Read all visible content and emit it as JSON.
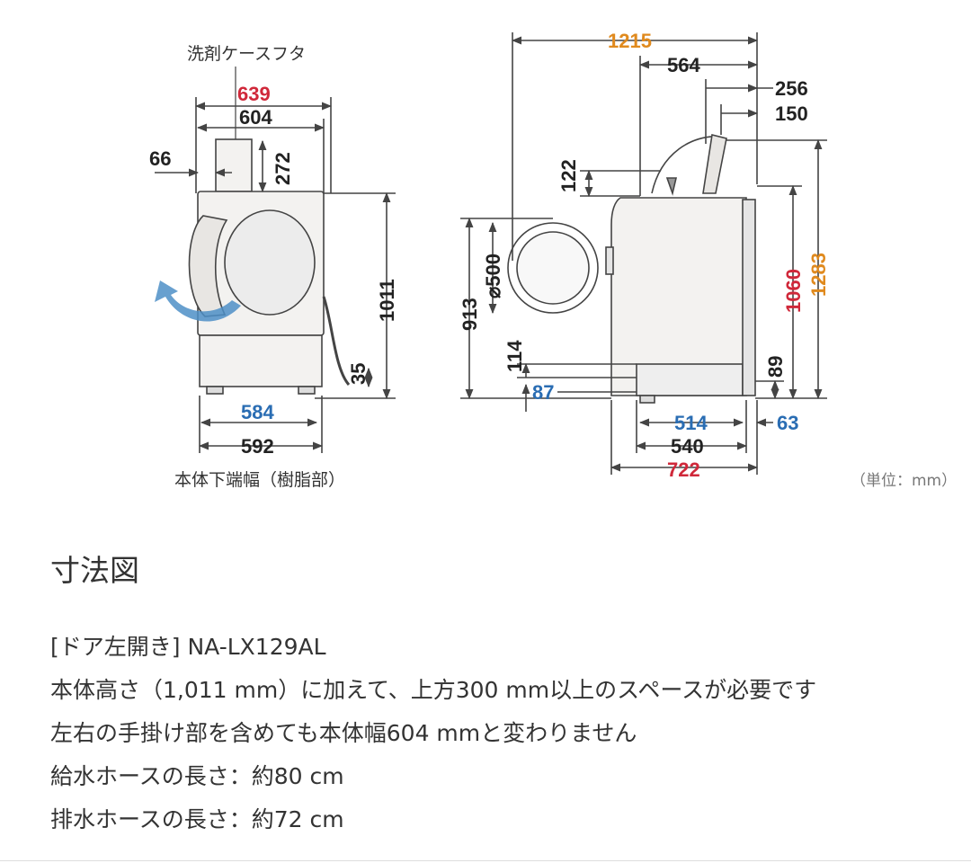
{
  "colors": {
    "line": "#444444",
    "red": "#d0283a",
    "blue": "#2a6db3",
    "orange": "#e08a1e",
    "arrow": "#4d8fc7",
    "body": "#f3f2f0"
  },
  "diagram": {
    "front": {
      "detergent_lid": "洗剤ケースフタ",
      "base_width_note": "本体下端幅（樹脂部）",
      "dims": {
        "width_with_handle": "639",
        "width": "604",
        "lid_offset": "66",
        "lid_height": "272",
        "height": "1011",
        "hose_height": "35",
        "base_inner": "584",
        "base_outer": "592"
      }
    },
    "side": {
      "dims": {
        "depth_lid_open": "1215",
        "lid_depth": "564",
        "lid_a": "256",
        "lid_b": "150",
        "lid_h": "122",
        "door_center": "913",
        "door_dia": "⌀500",
        "door_bottom": "114",
        "foot": "87",
        "height_top": "1060",
        "height_lid_open": "1283",
        "back_h": "89",
        "base_depth": "514",
        "back_off": "63",
        "body_depth": "540",
        "total_depth": "722"
      }
    },
    "unit": "（単位：mm）"
  },
  "page": {
    "title": "寸法図",
    "specs": [
      "[ドア左開き] NA-LX129AL",
      "本体高さ（1,011 mm）に加えて、上方300 mm以上のスペースが必要です",
      "左右の手掛け部を含めても本体幅604 mmと変わりません",
      "給水ホースの長さ：約80 cm",
      "排水ホースの長さ：約72 cm"
    ]
  }
}
